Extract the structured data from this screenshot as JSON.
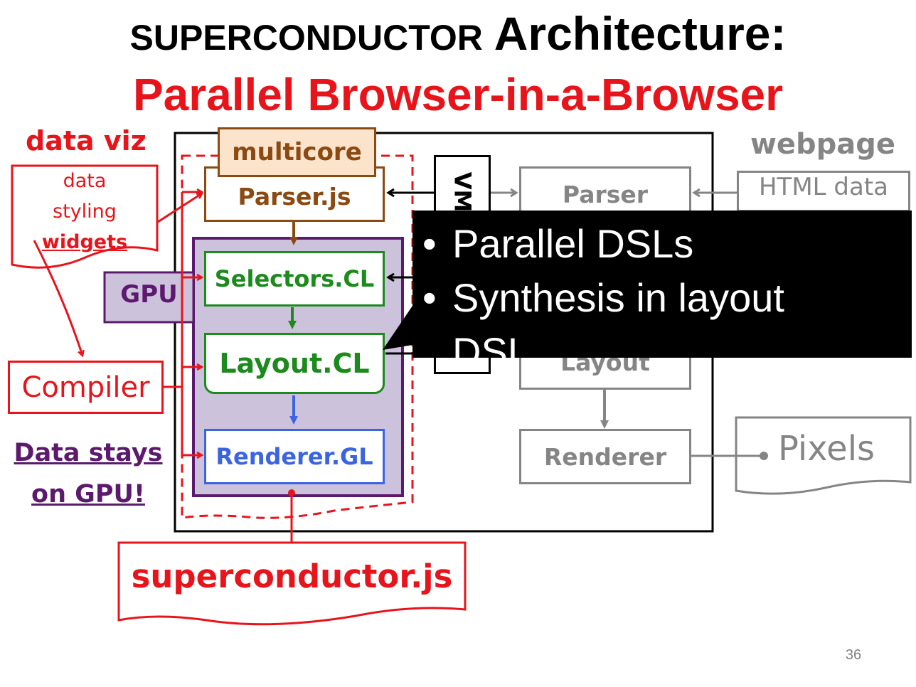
{
  "title": {
    "line1_caps": "SUPERCONDUCTOR",
    "line1_rest": " Architecture:",
    "line2": "Parallel Browser-in-a-Browser"
  },
  "left": {
    "data_viz": "data viz",
    "doc_lines": [
      "data",
      "styling",
      "widgets"
    ],
    "gpu": "GPU",
    "compiler": "Compiler",
    "data_stays": [
      "Data stays",
      "on GPU!"
    ]
  },
  "pipeline": {
    "multicore": "multicore",
    "parser": "Parser.js",
    "selectors": "Selectors.CL",
    "layout": "Layout.CL",
    "renderer": "Renderer.GL",
    "vm": "VM"
  },
  "browser": {
    "parser": "Parser",
    "layout": "Layout",
    "renderer": "Renderer"
  },
  "right": {
    "webpage": "webpage",
    "html_data": "HTML data",
    "pixels": "Pixels"
  },
  "bottom": {
    "superconductor": "superconductor.js"
  },
  "callout": {
    "bullet": "•",
    "items": [
      "Parallel DSLs",
      "Synthesis in layout",
      "DSL"
    ]
  },
  "page_number": "36",
  "colors": {
    "red": "#e8141b",
    "brown": "#8b4a12",
    "green": "#1c8a1c",
    "blue": "#3b64e0",
    "purple": "#5c1a6e",
    "gray": "#858585",
    "lavender": "#cdc2db",
    "peach": "#fbe3cc"
  }
}
